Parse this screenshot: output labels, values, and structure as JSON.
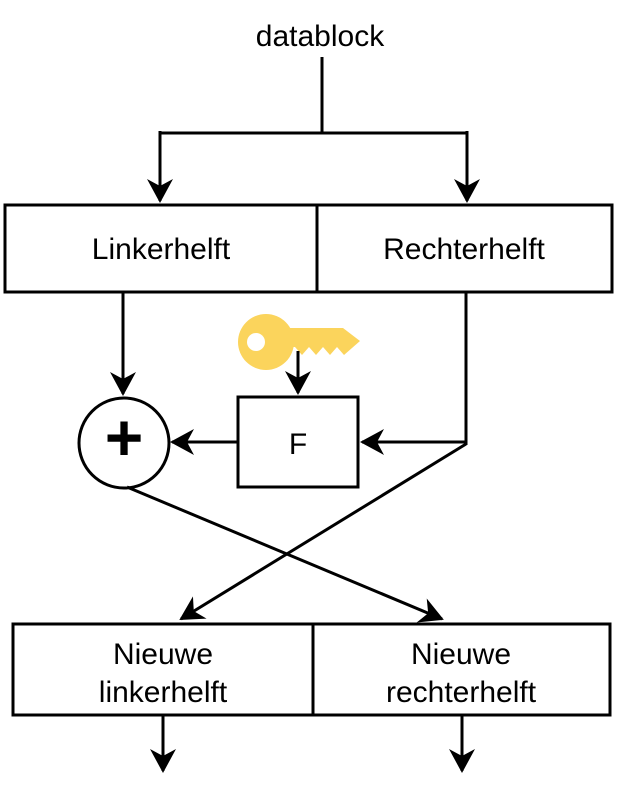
{
  "diagram": {
    "type": "feistel-cipher-round",
    "background_color": "#ffffff",
    "line_color": "#000000",
    "input_label": "datablock",
    "top_split_box": {
      "left_label": "Linkerhelft",
      "right_label": "Rechterhelft"
    },
    "xor_node": {
      "symbol": "+"
    },
    "round_function_box": {
      "label": "F"
    },
    "key_icon": {
      "name": "key-icon",
      "fill_color": "#FBD45C",
      "hole_color": "#ffffff"
    },
    "bottom_split_box": {
      "left_label": [
        "Nieuwe",
        "linkerhelft"
      ],
      "right_label": [
        "Nieuwe",
        "rechterhelft"
      ]
    }
  }
}
